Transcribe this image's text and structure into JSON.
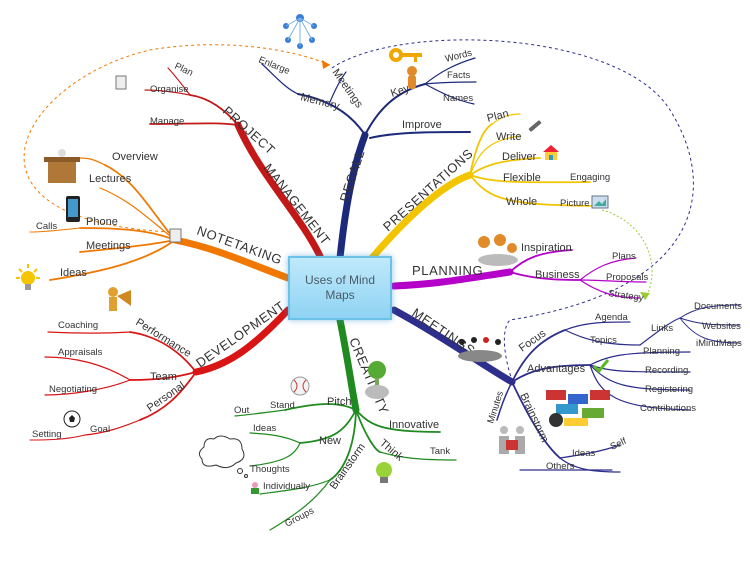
{
  "center": {
    "title": "Uses of Mind Maps"
  },
  "branches": {
    "recall": {
      "label": "RECALL",
      "color": "#1d2a7a",
      "children": {
        "meetings": "Meetings",
        "enlarge": "Enlarge",
        "memory": "Memory",
        "key": "Key",
        "words": "Words",
        "facts": "Facts",
        "names": "Names",
        "improve": "Improve"
      }
    },
    "presentations": {
      "label": "PRESENTATIONS",
      "color": "#f2c500",
      "children": {
        "plan": "Plan",
        "write": "Write",
        "deliver": "Deliver",
        "flexible": "Flexible",
        "engaging": "Engaging",
        "whole": "Whole",
        "picture": "Picture"
      }
    },
    "planning": {
      "label": "PLANNING",
      "color": "#b400c8",
      "children": {
        "inspiration": "Inspiration",
        "business": "Business",
        "plans": "Plans",
        "proposals": "Proposals",
        "strategy": "Strategy"
      }
    },
    "meetings": {
      "label": "MEETINGS",
      "color": "#2e2e8c",
      "children": {
        "focus": "Focus",
        "agenda": "Agenda",
        "topics": "Topics",
        "links": "Links",
        "documents": "Documents",
        "websites": "Websites",
        "imindmaps": "iMindMaps",
        "advantages": "Advantages",
        "planning": "Planning",
        "recording": "Recording",
        "registering": "Registering",
        "contributions": "Contributions",
        "minutes": "Minutes",
        "brainstorm": "Brainstorm",
        "ideas": "Ideas",
        "self": "Self",
        "others": "Others"
      }
    },
    "creativity": {
      "label": "CREATIVITY",
      "color": "#1f8a1f",
      "children": {
        "pitch": "Pitch",
        "stand": "Stand",
        "out": "Out",
        "innovative": "Innovative",
        "new": "New",
        "ideas": "Ideas",
        "thoughts": "Thoughts",
        "think": "Think",
        "tank": "Tank",
        "brainstorm": "Brainstorm",
        "individually": "Individually",
        "groups": "Groups"
      }
    },
    "development": {
      "label": "DEVELOPMENT",
      "color": "#d81414",
      "children": {
        "performance": "Performance",
        "coaching": "Coaching",
        "team": "Team",
        "appraisals": "Appraisals",
        "negotiating": "Negotiating",
        "personal": "Personal",
        "goal": "Goal",
        "setting": "Setting"
      }
    },
    "notetaking": {
      "label": "NOTETAKING",
      "color": "#f07800",
      "children": {
        "overview": "Overview",
        "lectures": "Lectures",
        "phone": "Phone",
        "calls": "Calls",
        "meetings": "Meetings",
        "ideas": "Ideas"
      }
    },
    "project": {
      "label": "PROJECT",
      "label2": "MANAGEMENT",
      "color": "#c21818",
      "children": {
        "plan": "Plan",
        "organise": "Organise",
        "manage": "Manage"
      }
    }
  },
  "icons": [
    "people-network-icon",
    "key-icon",
    "pen-icon",
    "house-icon",
    "picture-icon",
    "team-meeting-icon",
    "checkmark-icon",
    "board-meeting-icon",
    "chat-bubbles-icon",
    "people-puzzle-icon",
    "baseball-icon",
    "thought-cloud-icon",
    "person-icon",
    "lightbulb-icon",
    "brain-tree-icon",
    "megaphone-figure-icon",
    "soccer-ball-icon",
    "podium-icon",
    "smartphone-icon",
    "notepad-icon",
    "checklist-icon"
  ]
}
